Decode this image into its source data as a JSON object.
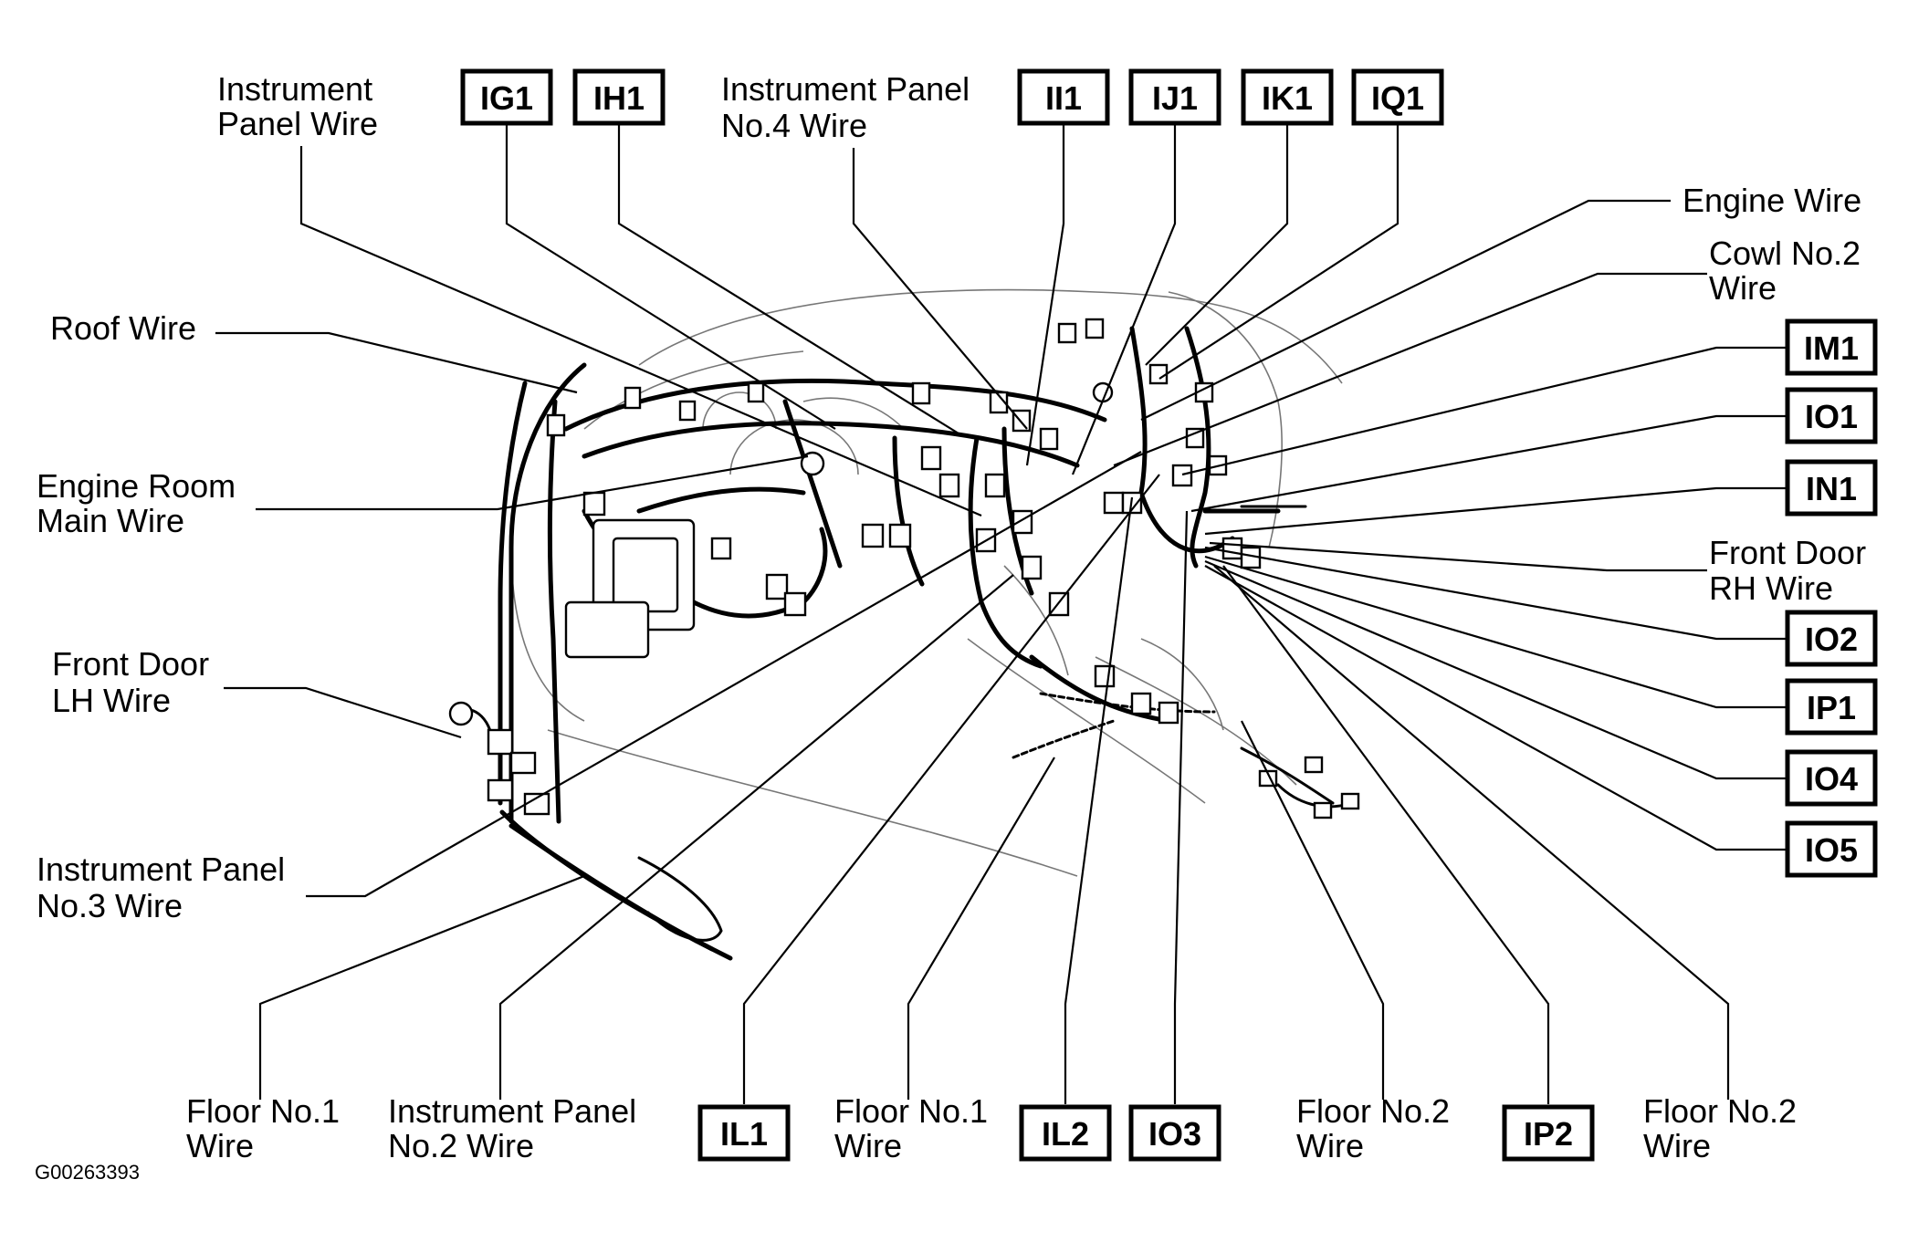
{
  "labels": {
    "instrument_panel_wire": [
      "Instrument",
      "Panel Wire"
    ],
    "roof_wire": [
      "Roof Wire"
    ],
    "engine_room_main_wire": [
      "Engine Room",
      "Main Wire"
    ],
    "front_door_lh_wire": [
      "Front Door",
      "LH Wire"
    ],
    "instrument_panel_no3_wire": [
      "Instrument Panel",
      "No.3 Wire"
    ],
    "instrument_panel_no4_wire": [
      "Instrument Panel",
      "No.4 Wire"
    ],
    "engine_wire": [
      "Engine Wire"
    ],
    "cowl_no2_wire": [
      "Cowl No.2",
      "Wire"
    ],
    "front_door_rh_wire": [
      "Front Door",
      "RH Wire"
    ],
    "floor_no1_wire_left": [
      "Floor No.1",
      "Wire"
    ],
    "instrument_panel_no2_wire": [
      "Instrument Panel",
      "No.2 Wire"
    ],
    "floor_no1_wire_mid": [
      "Floor No.1",
      "Wire"
    ],
    "floor_no2_wire_left": [
      "Floor No.2",
      "Wire"
    ],
    "floor_no2_wire_right": [
      "Floor No.2",
      "Wire"
    ]
  },
  "codes": {
    "ig1": "IG1",
    "ih1": "IH1",
    "ii1": "II1",
    "ij1": "IJ1",
    "ik1": "IK1",
    "iq1": "IQ1",
    "im1": "IM1",
    "io1": "IO1",
    "in1": "IN1",
    "io2": "IO2",
    "ip1": "IP1",
    "io4": "IO4",
    "io5": "IO5",
    "il1": "IL1",
    "il2": "IL2",
    "io3": "IO3",
    "ip2": "IP2"
  },
  "figure_id": "G00263393"
}
